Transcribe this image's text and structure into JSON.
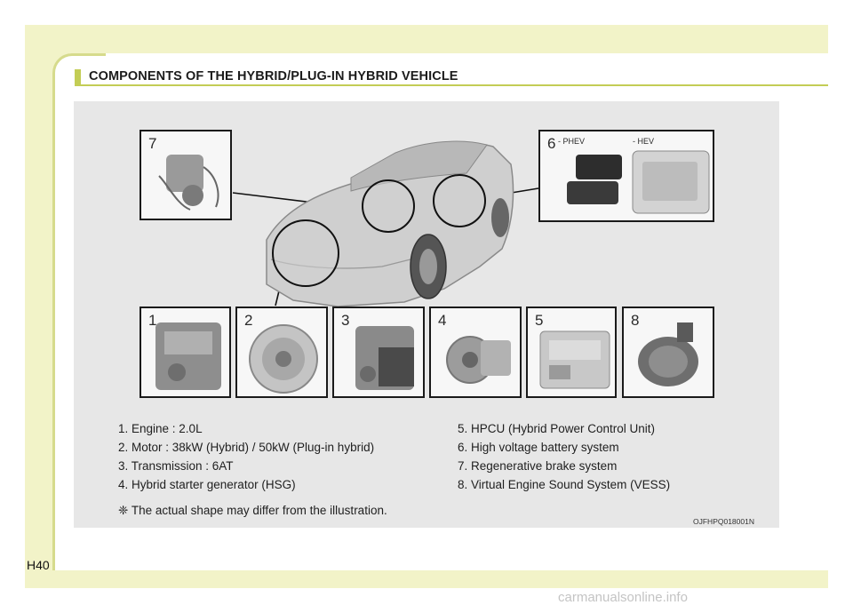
{
  "header": {
    "title": "COMPONENTS OF THE HYBRID/PLUG-IN HYBRID VEHICLE"
  },
  "callouts": {
    "box7": "7",
    "box6": "6",
    "phev": "- PHEV",
    "hev": "- HEV",
    "box1": "1",
    "box2": "2",
    "box3": "3",
    "box4": "4",
    "box5": "5",
    "box8": "8"
  },
  "legend_left": [
    "1. Engine : 2.0L",
    "2. Motor : 38kW (Hybrid) / 50kW (Plug-in hybrid)",
    "3. Transmission : 6AT",
    "4. Hybrid starter generator (HSG)"
  ],
  "legend_right": [
    "5. HPCU (Hybrid Power Control Unit)",
    "6. High voltage battery system",
    "7. Regenerative brake system",
    "8. Virtual Engine Sound System (VESS)"
  ],
  "note": "❈ The actual shape may differ from the illustration.",
  "figure_code": "OJFHPQ018001N",
  "page_number": "H40",
  "watermark": "carmanualsonline.info"
}
